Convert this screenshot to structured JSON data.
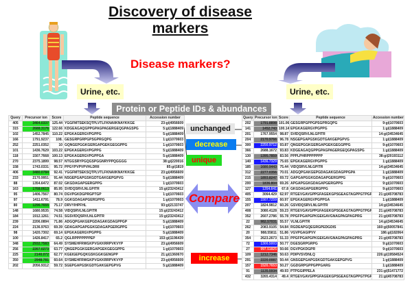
{
  "title": "Discovery of disease markers",
  "question": "Disease markers?",
  "urine_left": "Urine, etc.",
  "urine_right": "Urine, etc.",
  "banner": "Protein or Peptide IDs & abundances",
  "labels": {
    "unchanged": "unchanged",
    "decrease": "decrease",
    "compare": "Compare",
    "unique": "unique",
    "increase": "increase"
  },
  "colors": {
    "green": "#22dd22",
    "gray": "#888888",
    "blue": "#1a1aff",
    "red": "#ff2222"
  },
  "columns": [
    "Query",
    "Precursor ion",
    "Score",
    "Peptide sequence",
    "Accession number"
  ],
  "left_table": [
    [
      "405",
      "3464.0337",
      "125.44",
      "YGGFMTSEKSQTPLVTLFKNAIIKNAYKKGE",
      "23:gi|4956609",
      "g"
    ],
    [
      "315",
      "2688.3176",
      "122.66",
      "KDGEAGAQGPPGPAGPAGERGEQGPAGSPG",
      "5:gi|1888409",
      "g"
    ],
    [
      "102",
      "1452.7845",
      "110.22",
      "EPGKAGERGVPGPPG",
      "5:gi|1888409",
      ""
    ],
    [
      "166",
      "1791.9237",
      "108.",
      "GESGRPGRPGPSGPRGQPG",
      "1:gi|1070603",
      ""
    ],
    [
      "252",
      "2251.0352",
      "10",
      "GQNGEPGGKGERGAPGEKGEGGPPG",
      "1:gi|1070603",
      ""
    ],
    [
      "101",
      "1436.7629",
      "103.22",
      "EPGKAGERGVPGPPG",
      "5:gi|1888409",
      ""
    ],
    [
      "118",
      "1507.7668",
      "100.13",
      "EPGKAGERGVPGPPGA",
      "5:gi|1888409",
      ""
    ],
    [
      "270",
      "2375.1899",
      "98.57",
      "NTGGSRYPGQGSPGGNRYPPQGGGG",
      "38:gi|220016",
      ""
    ],
    [
      "158",
      "1743.0331",
      "95.72",
      "PPGYPVPVPVHLDRII",
      "85:gi|1819",
      ""
    ],
    [
      "406",
      "3480.0784",
      "92.41",
      "YGGFMTSEKSQTPLVTLFKNAIIKNAYKKGE",
      "23:gi|4956609",
      "g"
    ],
    [
      "233",
      "2170.9951",
      "91.44",
      "NSGEPGAPGSKGDTGAKGEPGPVG",
      "5:gi|1888409",
      ""
    ],
    [
      "88",
      "1354.6472",
      "87.02",
      "GKGDAGAPGERGPPG",
      "1:gi|1070603",
      ""
    ],
    [
      "163",
      "1768.0613",
      "85.95",
      "SVIDQSRVLNLGPITR",
      "15:gi|23243412",
      "g"
    ],
    [
      "95",
      "1406.7567",
      "80.74",
      "DGVPGKDGPRGPTGP",
      "1:gi|1070603",
      ""
    ],
    [
      "97",
      "1411.6791",
      "78.9",
      "GGKGDAGAPGERGPPG",
      "1:gi|1070603",
      ""
    ],
    [
      "80",
      "1296.7655",
      "75.17",
      "DRVYIHPFHL",
      "93:gi|2133747",
      "g"
    ],
    [
      "148",
      "1680.9535",
      "74.58",
      "VIDQSRVLNLGPITR",
      "15:gi|23243412",
      ""
    ],
    [
      "184",
      "1912.1261",
      "74.51",
      "SGSVIDQSRVLNLGPITR",
      "15:gi|23243412",
      ""
    ],
    [
      "239",
      "2206.0894",
      "71.86",
      "ADGQPGAKGEPGDAGAKGDAGPPGP",
      "5:gi|1888409",
      ""
    ],
    [
      "224",
      "2136.9763",
      "69.39",
      "GDAGAPGAPGGKGDAGAPGERGPPG",
      "1:gi|1070603",
      ""
    ],
    [
      "98",
      "1420.7302",
      "69.14",
      "EPGKAGERGVPGPPG",
      "5:gi|1888409",
      ""
    ],
    [
      "100",
      "1426.8417",
      "65.2",
      "QGLRPPPPPPPEP",
      "153:gi|1196439",
      ""
    ],
    [
      "348",
      "2932.7583",
      "64.49",
      "SYSMEHFRWGKPVGKKRRPVKVYP",
      "23:gi|4956609",
      "g"
    ],
    [
      "256",
      "2267.0273",
      "63.77",
      "QNGEPGGKGERGAPGEKGEGGPPG",
      "1:gi|1070603",
      "g"
    ],
    [
      "225",
      "2140.072",
      "62.77",
      "KGEIGEPGQKGSKGGKGENGPP",
      "21:gi|1360670",
      "g"
    ],
    [
      "350",
      "2948.781",
      "60.64",
      "SYSMEHFRWGKPVGKKRRPVKVYP",
      "23:gi|4956609",
      "g"
    ],
    [
      "202",
      "2056.9312",
      "59.72",
      "SGEPGAPGSKGDTGAKGEPGPVG",
      "5:gi|1888409",
      ""
    ]
  ],
  "right_table": [
    [
      "202",
      "1791.8898",
      "101.06",
      "GESGRPGPPGPSGPRGQPG",
      "9:gi|1070603",
      "gr"
    ],
    [
      "141",
      "1452.743",
      "100.14",
      "EPGKAGERGVPGPPG",
      "1:gi|1888409",
      "gr"
    ],
    [
      "201",
      "1767.9554",
      "98.87",
      "SVIDQSRVLNLGPITR",
      "14:gi|34534645",
      ""
    ],
    [
      "204",
      "2170.9766",
      "96.78",
      "NSGEPGAPGSKGDTGAKGEPGPVG",
      "1:gi|1888409",
      "gr"
    ],
    [
      "300",
      "2250.9712",
      "93.87",
      "QNGEPGGKGERGAPGEKGEGGPPG",
      "9:gi|1070603",
      "b"
    ],
    [
      "366",
      "2688.1672",
      "93.83",
      "KDGEAGAQGPPGPAGPAGERGEQGPAGSPG",
      "1:gi|1888409",
      ""
    ],
    [
      "130",
      "1395.7859",
      "83.56",
      "PPPLPHRPPPPPPP",
      "38:gi|20193112",
      "gr"
    ],
    [
      "140",
      "1436.7329",
      "75.65",
      "EPGKAGERGVPGPPG",
      "1:gi|1888409",
      "b"
    ],
    [
      "185",
      "1680.9443",
      "75.44",
      "VIDQSRVLNLGPITR",
      "14:gi|34534645",
      "gr"
    ],
    [
      "312",
      "2277.0356",
      "70.01",
      "ADGQPGAKGEPGDAGAKGDAGPPGPA",
      "1:gi|1888409",
      "gr"
    ],
    [
      "215",
      "1893.8247",
      "69.72",
      "GAPGAPGGKGDAGAPGERGPPG",
      "9:gi|1070603",
      "gr"
    ],
    [
      "200",
      "1836.804",
      "69.26",
      "APGAPGGKGDAGAPGERGPPG",
      "9:gi|1070603",
      "gr"
    ],
    [
      "127",
      "1354.641",
      "67.8",
      "GKGDAGAPGERGPPG",
      "9:gi|1070603",
      "b"
    ],
    [
      "405",
      "3064.429",
      "62.97",
      "RTGEVGAVGPPGFAGEKGPSGEAGTAGPPGTPGP",
      "21:gi|45708783",
      ""
    ],
    [
      "155",
      "1507.7259",
      "60.97",
      "EPGKAGERGVPGPPGA",
      "1:gi|1888409",
      "b"
    ],
    [
      "207",
      "1824.9812",
      "60.26",
      "GSVIDQSRVLNLGPITR",
      "14:gi|34534645",
      ""
    ],
    [
      "408",
      "3080.4128",
      "59.23",
      "RTGEVGAVGPPGFAGEKGPSGEAGTAGPPGTPGP",
      "21:gi|45708783",
      ""
    ],
    [
      "352",
      "2607.2786",
      "55.78",
      "PPGFPGAPGPKGEIGAVGNAGPAGPAGPRG",
      "21:gi|45708783",
      ""
    ],
    [
      "22",
      "982.57031",
      "55.57",
      "VLNLGPITR",
      "14:gi|34534645",
      "gr"
    ],
    [
      "262",
      "2083.9105",
      "54.84",
      "RGDEAPGQEGRGPEDGDIS",
      "160:gi|50057841",
      ""
    ],
    [
      "20",
      "988.55811",
      "51.86",
      "VGVPGAGIPVV",
      "186:gi|182064",
      ""
    ],
    [
      "354",
      "2623.2673",
      "51.33",
      "PPGFPGAPGPKGEIGAVGNAGPAGPAGPRG",
      "21:gi|45708783",
      ""
    ],
    [
      "72",
      "1300.5003",
      "50.77",
      "DGESGRPGRPG",
      "9:gi|1070603",
      "b"
    ],
    [
      "27",
      "997.51825",
      "50.66",
      "DGVPGKDGPR",
      "9:gi|1070603",
      "red"
    ],
    [
      "109",
      "1212.7346",
      "50.63",
      "PDIPVSVDNLQ",
      "226:gi|19584524",
      "gr"
    ],
    [
      "291",
      "2220.0087",
      "50.44",
      "GNSGEPGAPGSKGDTGAKGEPGPVG",
      "1:gi|1888409",
      "gr"
    ],
    [
      "157",
      "1520.7653",
      "50.27",
      "GGDGRPGPPGPPGARG",
      "1:gi|1888409",
      "red"
    ],
    [
      "91",
      "1135.5934",
      "49.93",
      "PTPGGIPPELA",
      "231:gi|51471772",
      "gr"
    ],
    [
      "432",
      "3265.4314",
      "49.4",
      "RTGEVGAVGPPGFAGEKGPSGEAGTAGPPGTPGPQG",
      "21:gi|45708783",
      ""
    ]
  ]
}
